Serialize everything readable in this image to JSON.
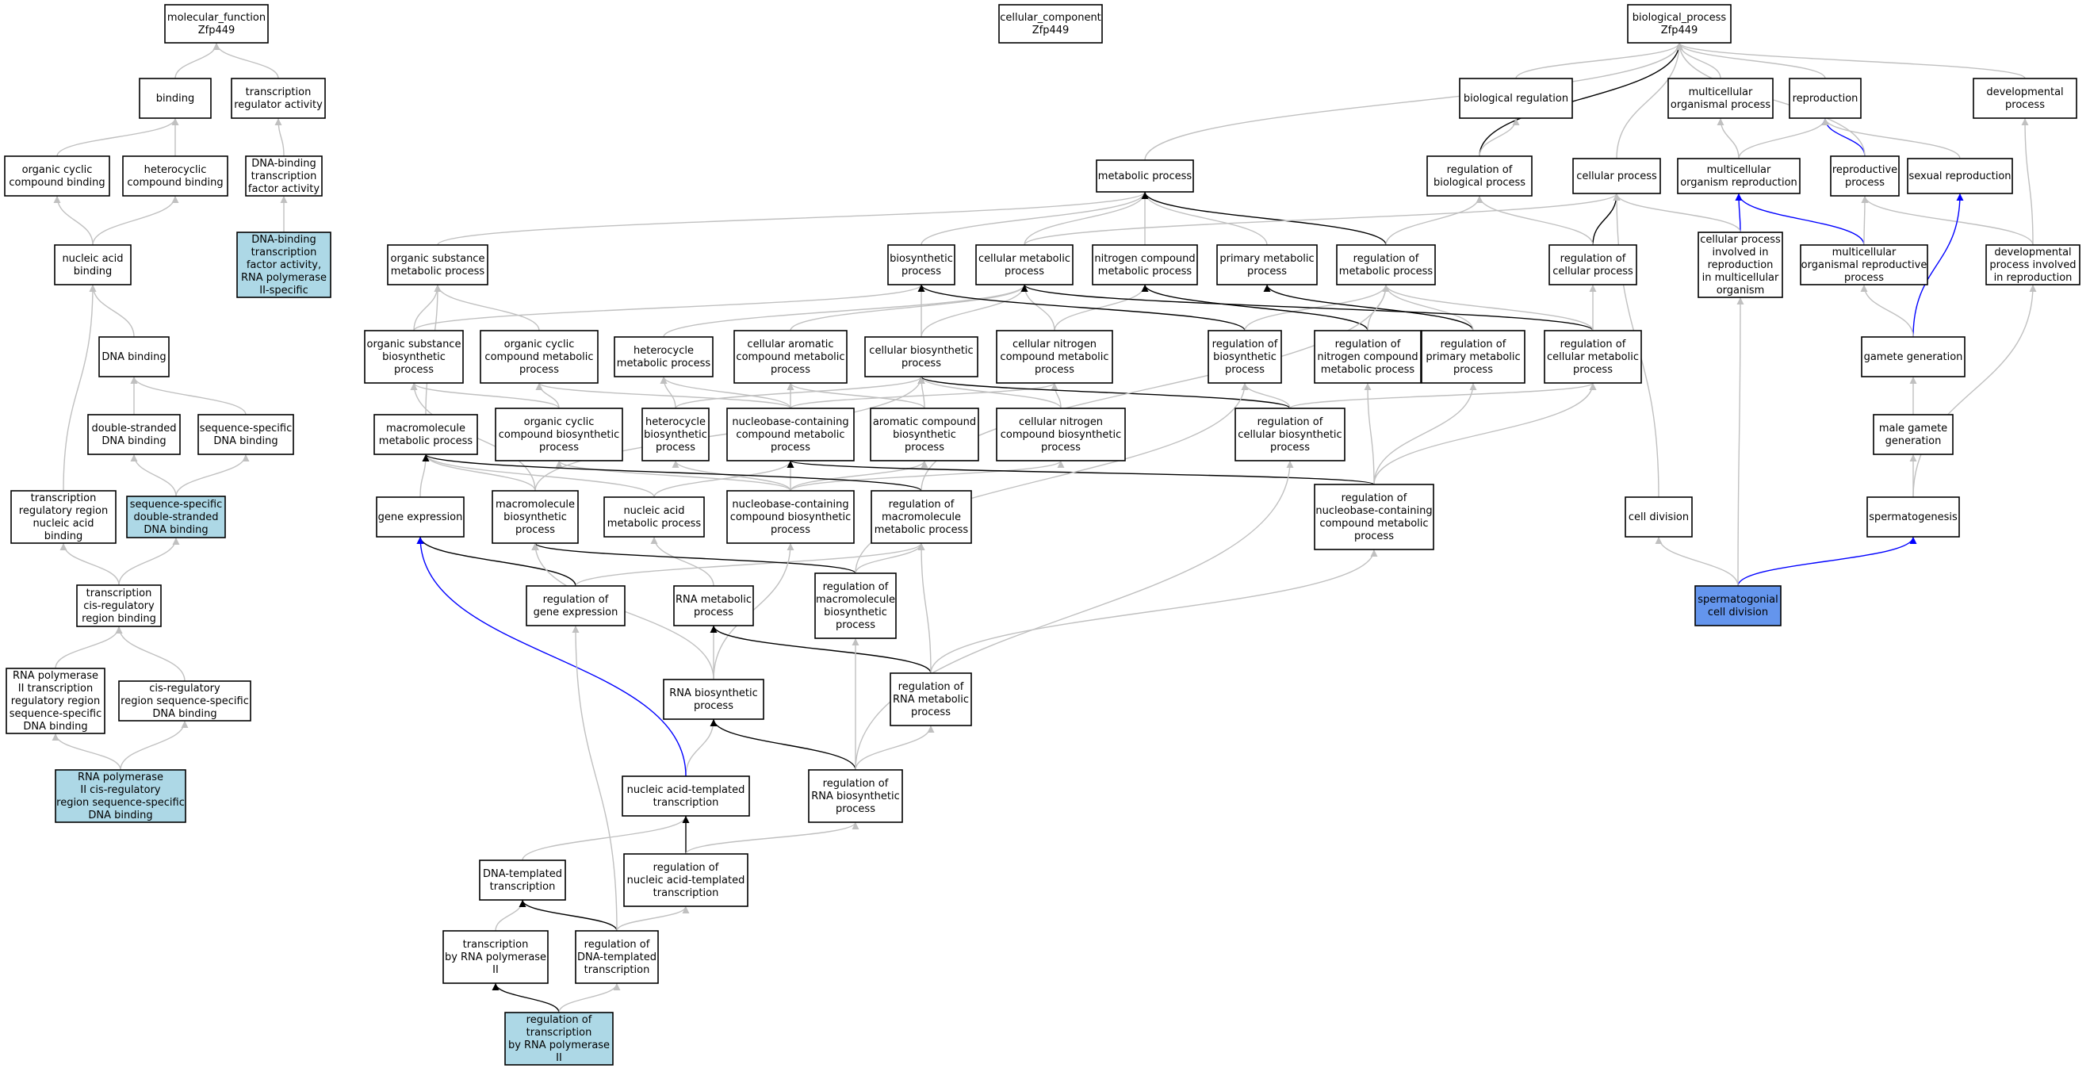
{
  "colors": {
    "gray_edge": "#c0c0c0",
    "black_edge": "#000000",
    "blue_edge": "#0000ff",
    "light_blue_node": "#add8e6",
    "cornflower_node": "#6495ed",
    "white_node": "#ffffff"
  },
  "nodes": [
    {
      "id": "mf",
      "label": [
        "molecular_function",
        "Zfp449"
      ],
      "fill": "white"
    },
    {
      "id": "cc",
      "label": [
        "cellular_component",
        "Zfp449"
      ],
      "fill": "white"
    },
    {
      "id": "bp",
      "label": [
        "biological_process",
        "Zfp449"
      ],
      "fill": "white"
    },
    {
      "id": "binding",
      "label": [
        "binding"
      ],
      "fill": "white"
    },
    {
      "id": "tra",
      "label": [
        "transcription",
        "regulator activity"
      ],
      "fill": "white"
    },
    {
      "id": "ocb",
      "label": [
        "organic cyclic",
        "compound binding"
      ],
      "fill": "white"
    },
    {
      "id": "hcb",
      "label": [
        "heterocyclic",
        "compound binding"
      ],
      "fill": "white"
    },
    {
      "id": "dbtfa",
      "label": [
        "DNA-binding",
        "transcription",
        "factor activity"
      ],
      "fill": "white"
    },
    {
      "id": "nab",
      "label": [
        "nucleic acid",
        "binding"
      ],
      "fill": "white"
    },
    {
      "id": "dbtfa2",
      "label": [
        "DNA-binding",
        "transcription",
        "factor activity,",
        "RNA polymerase",
        "II-specific"
      ],
      "fill": "lightblue"
    },
    {
      "id": "dnab",
      "label": [
        "DNA binding"
      ],
      "fill": "white"
    },
    {
      "id": "dsdb",
      "label": [
        "double-stranded",
        "DNA binding"
      ],
      "fill": "white"
    },
    {
      "id": "ssdb",
      "label": [
        "sequence-specific",
        "DNA binding"
      ],
      "fill": "white"
    },
    {
      "id": "trrnab",
      "label": [
        "transcription",
        "regulatory region",
        "nucleic acid",
        "binding"
      ],
      "fill": "white"
    },
    {
      "id": "ssdsdb",
      "label": [
        "sequence-specific",
        "double-stranded",
        "DNA binding"
      ],
      "fill": "lightblue"
    },
    {
      "id": "tcrrb",
      "label": [
        "transcription",
        "cis-regulatory",
        "region binding"
      ],
      "fill": "white"
    },
    {
      "id": "rp2trr",
      "label": [
        "RNA polymerase",
        "II transcription",
        "regulatory region",
        "sequence-specific",
        "DNA binding"
      ],
      "fill": "white"
    },
    {
      "id": "crrssdb",
      "label": [
        "cis-regulatory",
        "region sequence-specific",
        "DNA binding"
      ],
      "fill": "white"
    },
    {
      "id": "rp2crr",
      "label": [
        "RNA polymerase",
        "II cis-regulatory",
        "region sequence-specific",
        "DNA binding"
      ],
      "fill": "lightblue"
    },
    {
      "id": "bioreg",
      "label": [
        "biological regulation"
      ],
      "fill": "white"
    },
    {
      "id": "mop",
      "label": [
        "multicellular",
        "organismal process"
      ],
      "fill": "white"
    },
    {
      "id": "repro",
      "label": [
        "reproduction"
      ],
      "fill": "white"
    },
    {
      "id": "devp",
      "label": [
        "developmental",
        "process"
      ],
      "fill": "white"
    },
    {
      "id": "metp",
      "label": [
        "metabolic process"
      ],
      "fill": "white"
    },
    {
      "id": "regbp",
      "label": [
        "regulation of",
        "biological process"
      ],
      "fill": "white"
    },
    {
      "id": "cellp",
      "label": [
        "cellular process"
      ],
      "fill": "white"
    },
    {
      "id": "mor",
      "label": [
        "multicellular",
        "organism reproduction"
      ],
      "fill": "white"
    },
    {
      "id": "rp",
      "label": [
        "reproductive",
        "process"
      ],
      "fill": "white"
    },
    {
      "id": "sexrep",
      "label": [
        "sexual reproduction"
      ],
      "fill": "white"
    },
    {
      "id": "osmp",
      "label": [
        "organic substance",
        "metabolic process"
      ],
      "fill": "white"
    },
    {
      "id": "biosp",
      "label": [
        "biosynthetic",
        "process"
      ],
      "fill": "white"
    },
    {
      "id": "cmp",
      "label": [
        "cellular metabolic",
        "process"
      ],
      "fill": "white"
    },
    {
      "id": "ncmp",
      "label": [
        "nitrogen compound",
        "metabolic process"
      ],
      "fill": "white"
    },
    {
      "id": "pmp",
      "label": [
        "primary metabolic",
        "process"
      ],
      "fill": "white"
    },
    {
      "id": "regmp",
      "label": [
        "regulation of",
        "metabolic process"
      ],
      "fill": "white"
    },
    {
      "id": "regcp",
      "label": [
        "regulation of",
        "cellular process"
      ],
      "fill": "white"
    },
    {
      "id": "cpirmo",
      "label": [
        "cellular process",
        "involved in",
        "reproduction",
        "in multicellular",
        "organism"
      ],
      "fill": "white"
    },
    {
      "id": "morp",
      "label": [
        "multicellular",
        "organismal reproductive",
        "process"
      ],
      "fill": "white"
    },
    {
      "id": "dpir",
      "label": [
        "developmental",
        "process involved",
        "in reproduction"
      ],
      "fill": "white"
    },
    {
      "id": "osbp",
      "label": [
        "organic substance",
        "biosynthetic",
        "process"
      ],
      "fill": "white"
    },
    {
      "id": "occmp",
      "label": [
        "organic cyclic",
        "compound metabolic",
        "process"
      ],
      "fill": "white"
    },
    {
      "id": "hmp",
      "label": [
        "heterocycle",
        "metabolic process"
      ],
      "fill": "white"
    },
    {
      "id": "cacmp",
      "label": [
        "cellular aromatic",
        "compound metabolic",
        "process"
      ],
      "fill": "white"
    },
    {
      "id": "cbp",
      "label": [
        "cellular biosynthetic",
        "process"
      ],
      "fill": "white"
    },
    {
      "id": "cncmp",
      "label": [
        "cellular nitrogen",
        "compound metabolic",
        "process"
      ],
      "fill": "white"
    },
    {
      "id": "regbsp",
      "label": [
        "regulation of",
        "biosynthetic",
        "process"
      ],
      "fill": "white"
    },
    {
      "id": "regncmp",
      "label": [
        "regulation of",
        "nitrogen compound",
        "metabolic process"
      ],
      "fill": "white"
    },
    {
      "id": "regpmp",
      "label": [
        "regulation of",
        "primary metabolic",
        "process"
      ],
      "fill": "white"
    },
    {
      "id": "regcmp",
      "label": [
        "regulation of",
        "cellular metabolic",
        "process"
      ],
      "fill": "white"
    },
    {
      "id": "gamgen",
      "label": [
        "gamete generation"
      ],
      "fill": "white"
    },
    {
      "id": "mmp",
      "label": [
        "macromolecule",
        "metabolic process"
      ],
      "fill": "white"
    },
    {
      "id": "occbp",
      "label": [
        "organic cyclic",
        "compound biosynthetic",
        "process"
      ],
      "fill": "white"
    },
    {
      "id": "hbp",
      "label": [
        "heterocycle",
        "biosynthetic",
        "process"
      ],
      "fill": "white"
    },
    {
      "id": "nccmp",
      "label": [
        "nucleobase-containing",
        "compound metabolic",
        "process"
      ],
      "fill": "white"
    },
    {
      "id": "acbp",
      "label": [
        "aromatic compound",
        "biosynthetic",
        "process"
      ],
      "fill": "white"
    },
    {
      "id": "cncbp",
      "label": [
        "cellular nitrogen",
        "compound biosynthetic",
        "process"
      ],
      "fill": "white"
    },
    {
      "id": "regcbp",
      "label": [
        "regulation of",
        "cellular biosynthetic",
        "process"
      ],
      "fill": "white"
    },
    {
      "id": "mgg",
      "label": [
        "male gamete",
        "generation"
      ],
      "fill": "white"
    },
    {
      "id": "geneexp",
      "label": [
        "gene expression"
      ],
      "fill": "white"
    },
    {
      "id": "mbp",
      "label": [
        "macromolecule",
        "biosynthetic",
        "process"
      ],
      "fill": "white"
    },
    {
      "id": "namp",
      "label": [
        "nucleic acid",
        "metabolic process"
      ],
      "fill": "white"
    },
    {
      "id": "nccbp",
      "label": [
        "nucleobase-containing",
        "compound biosynthetic",
        "process"
      ],
      "fill": "white"
    },
    {
      "id": "regmmp",
      "label": [
        "regulation of",
        "macromolecule",
        "metabolic process"
      ],
      "fill": "white"
    },
    {
      "id": "regnccmp",
      "label": [
        "regulation of",
        "nucleobase-containing",
        "compound metabolic",
        "process"
      ],
      "fill": "white"
    },
    {
      "id": "celldiv",
      "label": [
        "cell division"
      ],
      "fill": "white"
    },
    {
      "id": "spermato",
      "label": [
        "spermatogenesis"
      ],
      "fill": "white"
    },
    {
      "id": "reggeneexp",
      "label": [
        "regulation of",
        "gene expression"
      ],
      "fill": "white"
    },
    {
      "id": "rnamp",
      "label": [
        "RNA metabolic",
        "process"
      ],
      "fill": "white"
    },
    {
      "id": "regmbp",
      "label": [
        "regulation of",
        "macromolecule",
        "biosynthetic",
        "process"
      ],
      "fill": "white"
    },
    {
      "id": "scd",
      "label": [
        "spermatogonial",
        "cell division"
      ],
      "fill": "cornflower"
    },
    {
      "id": "rnabp",
      "label": [
        "RNA biosynthetic",
        "process"
      ],
      "fill": "white"
    },
    {
      "id": "regrnamp",
      "label": [
        "regulation of",
        "RNA metabolic",
        "process"
      ],
      "fill": "white"
    },
    {
      "id": "natt",
      "label": [
        "nucleic acid-templated",
        "transcription"
      ],
      "fill": "white"
    },
    {
      "id": "regrnabp",
      "label": [
        "regulation of",
        "RNA biosynthetic",
        "process"
      ],
      "fill": "white"
    },
    {
      "id": "dtt",
      "label": [
        "DNA-templated",
        "transcription"
      ],
      "fill": "white"
    },
    {
      "id": "regnatt",
      "label": [
        "regulation of",
        "nucleic acid-templated",
        "transcription"
      ],
      "fill": "white"
    },
    {
      "id": "tbrp2",
      "label": [
        "transcription",
        "by RNA polymerase",
        "II"
      ],
      "fill": "white"
    },
    {
      "id": "regdtt",
      "label": [
        "regulation of",
        "DNA-templated",
        "transcription"
      ],
      "fill": "white"
    },
    {
      "id": "regtrp2",
      "label": [
        "regulation of",
        "transcription",
        "by RNA polymerase",
        "II"
      ],
      "fill": "lightblue"
    }
  ],
  "edges": [
    [
      "binding",
      "mf",
      "gray"
    ],
    [
      "tra",
      "mf",
      "gray"
    ],
    [
      "ocb",
      "binding",
      "gray"
    ],
    [
      "hcb",
      "binding",
      "gray"
    ],
    [
      "dbtfa",
      "tra",
      "gray"
    ],
    [
      "nab",
      "ocb",
      "gray"
    ],
    [
      "nab",
      "hcb",
      "gray"
    ],
    [
      "dbtfa2",
      "dbtfa",
      "gray"
    ],
    [
      "dnab",
      "nab",
      "gray"
    ],
    [
      "dsdb",
      "dnab",
      "gray"
    ],
    [
      "ssdb",
      "dnab",
      "gray"
    ],
    [
      "trrnab",
      "nab",
      "gray"
    ],
    [
      "ssdsdb",
      "dsdb",
      "gray"
    ],
    [
      "ssdsdb",
      "ssdb",
      "gray"
    ],
    [
      "tcrrb",
      "trrnab",
      "gray"
    ],
    [
      "tcrrb",
      "ssdsdb",
      "gray"
    ],
    [
      "rp2trr",
      "tcrrb",
      "gray"
    ],
    [
      "crrssdb",
      "tcrrb",
      "gray"
    ],
    [
      "rp2crr",
      "rp2trr",
      "gray"
    ],
    [
      "rp2crr",
      "crrssdb",
      "gray"
    ],
    [
      "bioreg",
      "bp",
      "gray"
    ],
    [
      "mop",
      "bp",
      "gray"
    ],
    [
      "repro",
      "bp",
      "gray"
    ],
    [
      "devp",
      "bp",
      "gray"
    ],
    [
      "metp",
      "bp",
      "gray"
    ],
    [
      "regbp",
      "bp",
      "black"
    ],
    [
      "regbp",
      "bioreg",
      "gray"
    ],
    [
      "cellp",
      "bp",
      "gray"
    ],
    [
      "mor",
      "mop",
      "gray"
    ],
    [
      "mor",
      "repro",
      "gray"
    ],
    [
      "rp",
      "repro",
      "blue"
    ],
    [
      "rp",
      "bp",
      "gray"
    ],
    [
      "sexrep",
      "repro",
      "gray"
    ],
    [
      "osmp",
      "metp",
      "gray"
    ],
    [
      "biosp",
      "metp",
      "gray"
    ],
    [
      "cmp",
      "metp",
      "gray"
    ],
    [
      "ncmp",
      "metp",
      "gray"
    ],
    [
      "pmp",
      "metp",
      "gray"
    ],
    [
      "regmp",
      "metp",
      "black"
    ],
    [
      "regmp",
      "regbp",
      "gray"
    ],
    [
      "regcp",
      "cellp",
      "black"
    ],
    [
      "regcp",
      "regbp",
      "gray"
    ],
    [
      "cpirmo",
      "mor",
      "blue"
    ],
    [
      "cpirmo",
      "cellp",
      "gray"
    ],
    [
      "morp",
      "mor",
      "blue"
    ],
    [
      "morp",
      "rp",
      "gray"
    ],
    [
      "dpir",
      "devp",
      "gray"
    ],
    [
      "dpir",
      "rp",
      "gray"
    ],
    [
      "cmp",
      "cellp",
      "gray"
    ],
    [
      "osbp",
      "osmp",
      "gray"
    ],
    [
      "osbp",
      "biosp",
      "gray"
    ],
    [
      "occmp",
      "osmp",
      "gray"
    ],
    [
      "hmp",
      "cmp",
      "gray"
    ],
    [
      "cacmp",
      "cmp",
      "gray"
    ],
    [
      "cbp",
      "biosp",
      "gray"
    ],
    [
      "cbp",
      "cmp",
      "gray"
    ],
    [
      "cncmp",
      "cmp",
      "gray"
    ],
    [
      "cncmp",
      "ncmp",
      "gray"
    ],
    [
      "regbsp",
      "biosp",
      "black"
    ],
    [
      "regbsp",
      "regmp",
      "gray"
    ],
    [
      "regncmp",
      "ncmp",
      "black"
    ],
    [
      "regncmp",
      "regmp",
      "gray"
    ],
    [
      "regpmp",
      "pmp",
      "black"
    ],
    [
      "regpmp",
      "regmp",
      "gray"
    ],
    [
      "regcmp",
      "cmp",
      "black"
    ],
    [
      "regcmp",
      "regmp",
      "gray"
    ],
    [
      "regcmp",
      "regcp",
      "gray"
    ],
    [
      "gamgen",
      "sexrep",
      "blue"
    ],
    [
      "gamgen",
      "morp",
      "gray"
    ],
    [
      "mmp",
      "osmp",
      "gray"
    ],
    [
      "occbp",
      "osbp",
      "gray"
    ],
    [
      "occbp",
      "occmp",
      "gray"
    ],
    [
      "hbp",
      "hmp",
      "gray"
    ],
    [
      "hbp",
      "cbp",
      "gray"
    ],
    [
      "nccmp",
      "hmp",
      "gray"
    ],
    [
      "nccmp",
      "cacmp",
      "gray"
    ],
    [
      "nccmp",
      "cncmp",
      "gray"
    ],
    [
      "nccmp",
      "occmp",
      "gray"
    ],
    [
      "acbp",
      "cacmp",
      "gray"
    ],
    [
      "acbp",
      "cbp",
      "gray"
    ],
    [
      "cncbp",
      "cncmp",
      "gray"
    ],
    [
      "cncbp",
      "cbp",
      "gray"
    ],
    [
      "regcbp",
      "cbp",
      "black"
    ],
    [
      "regcbp",
      "regbsp",
      "gray"
    ],
    [
      "regcbp",
      "regcmp",
      "gray"
    ],
    [
      "mgg",
      "gamgen",
      "gray"
    ],
    [
      "geneexp",
      "mmp",
      "gray"
    ],
    [
      "mbp",
      "mmp",
      "gray"
    ],
    [
      "mbp",
      "osbp",
      "gray"
    ],
    [
      "mbp",
      "cbp",
      "gray"
    ],
    [
      "namp",
      "mmp",
      "gray"
    ],
    [
      "namp",
      "nccmp",
      "gray"
    ],
    [
      "nccbp",
      "nccmp",
      "gray"
    ],
    [
      "nccbp",
      "occbp",
      "gray"
    ],
    [
      "nccbp",
      "hbp",
      "gray"
    ],
    [
      "nccbp",
      "acbp",
      "gray"
    ],
    [
      "nccbp",
      "cncbp",
      "gray"
    ],
    [
      "regmmp",
      "mmp",
      "black"
    ],
    [
      "regmmp",
      "regmp",
      "gray"
    ],
    [
      "regnccmp",
      "nccmp",
      "black"
    ],
    [
      "regnccmp",
      "regncmp",
      "gray"
    ],
    [
      "regnccmp",
      "regpmp",
      "gray"
    ],
    [
      "regnccmp",
      "regcmp",
      "gray"
    ],
    [
      "celldiv",
      "cellp",
      "gray"
    ],
    [
      "spermato",
      "mgg",
      "gray"
    ],
    [
      "spermato",
      "dpir",
      "gray"
    ],
    [
      "reggeneexp",
      "geneexp",
      "black"
    ],
    [
      "reggeneexp",
      "regmmp",
      "gray"
    ],
    [
      "rnamp",
      "namp",
      "gray"
    ],
    [
      "regmbp",
      "mbp",
      "black"
    ],
    [
      "regmbp",
      "regmmp",
      "gray"
    ],
    [
      "regmbp",
      "regbsp",
      "gray"
    ],
    [
      "scd",
      "celldiv",
      "gray"
    ],
    [
      "scd",
      "spermato",
      "blue"
    ],
    [
      "scd",
      "cpirmo",
      "gray"
    ],
    [
      "rnabp",
      "rnamp",
      "gray"
    ],
    [
      "rnabp",
      "mbp",
      "gray"
    ],
    [
      "rnabp",
      "nccbp",
      "gray"
    ],
    [
      "regrnamp",
      "rnamp",
      "black"
    ],
    [
      "regrnamp",
      "regmmp",
      "gray"
    ],
    [
      "regrnamp",
      "regnccmp",
      "gray"
    ],
    [
      "natt",
      "rnabp",
      "gray"
    ],
    [
      "natt",
      "geneexp",
      "blue"
    ],
    [
      "regrnabp",
      "rnabp",
      "black"
    ],
    [
      "regrnabp",
      "regrnamp",
      "gray"
    ],
    [
      "regrnabp",
      "regmbp",
      "gray"
    ],
    [
      "regrnabp",
      "regcbp",
      "gray"
    ],
    [
      "dtt",
      "natt",
      "gray"
    ],
    [
      "regnatt",
      "natt",
      "black"
    ],
    [
      "regnatt",
      "regrnabp",
      "gray"
    ],
    [
      "tbrp2",
      "dtt",
      "gray"
    ],
    [
      "regdtt",
      "dtt",
      "black"
    ],
    [
      "regdtt",
      "regnatt",
      "gray"
    ],
    [
      "regdtt",
      "reggeneexp",
      "gray"
    ],
    [
      "regtrp2",
      "tbrp2",
      "black"
    ],
    [
      "regtrp2",
      "regdtt",
      "gray"
    ]
  ]
}
